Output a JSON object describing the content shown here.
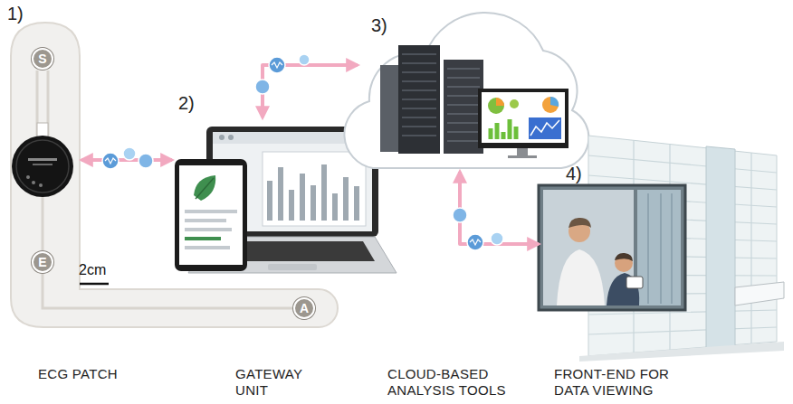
{
  "diagram": {
    "nodes": [
      {
        "text": [
          "1)",
          "ECG PATCH"
        ]
      },
      {
        "text": [
          "S"
        ],
        "in": 0
      },
      {
        "text": [
          "E"
        ],
        "in": 0
      },
      {
        "text": [
          "A"
        ],
        "in": 0
      },
      {
        "text": [
          "2)",
          "GATEWAY UNIT"
        ]
      },
      {
        "text": [
          "3)",
          "CLOUD-BASED ANALYSIS TOOLS"
        ]
      },
      {
        "text": [
          "4)",
          "FRONT-END FOR DATA VIEWING"
        ]
      }
    ],
    "edges": [
      {
        "from": 0,
        "to": 4,
        "arrow": "both"
      },
      {
        "from": 4,
        "to": 5,
        "arrow": "both"
      },
      {
        "from": 5,
        "to": 6,
        "arrow": "both"
      }
    ],
    "labels": [
      "2cm"
    ]
  }
}
